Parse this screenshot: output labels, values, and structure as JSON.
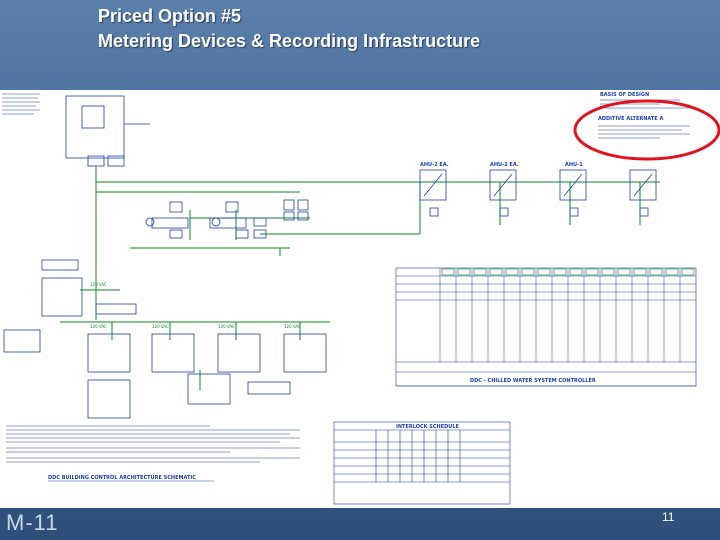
{
  "slide": {
    "title_line1": "Priced Option #5",
    "title_line2": "Metering Devices & Recording Infrastructure",
    "slide_code": "M-11",
    "page_number": "11"
  },
  "drawing": {
    "schematic_title": "DDC BUILDING CONTROL ARCHITECTURE SCHEMATIC",
    "controller_title": "DDC - CHILLED WATER SYSTEM CONTROLLER",
    "interlock_title": "INTERLOCK SCHEDULE",
    "basis_of_design": "BASIS OF DESIGN",
    "additive_alternate": "ADDITIVE ALTERNATE A",
    "units": [
      "AHU-2 EA.",
      "AHU-2 EA.",
      "AHU-1"
    ],
    "voltages": [
      "120 VAC",
      "120 VAC",
      "120 VAC",
      "120 VAC",
      "120 VAC"
    ],
    "colors": {
      "drawing_blue": "#1c3faa",
      "drawing_green": "#0c8a1e",
      "highlight_red": "#e0141e"
    }
  }
}
